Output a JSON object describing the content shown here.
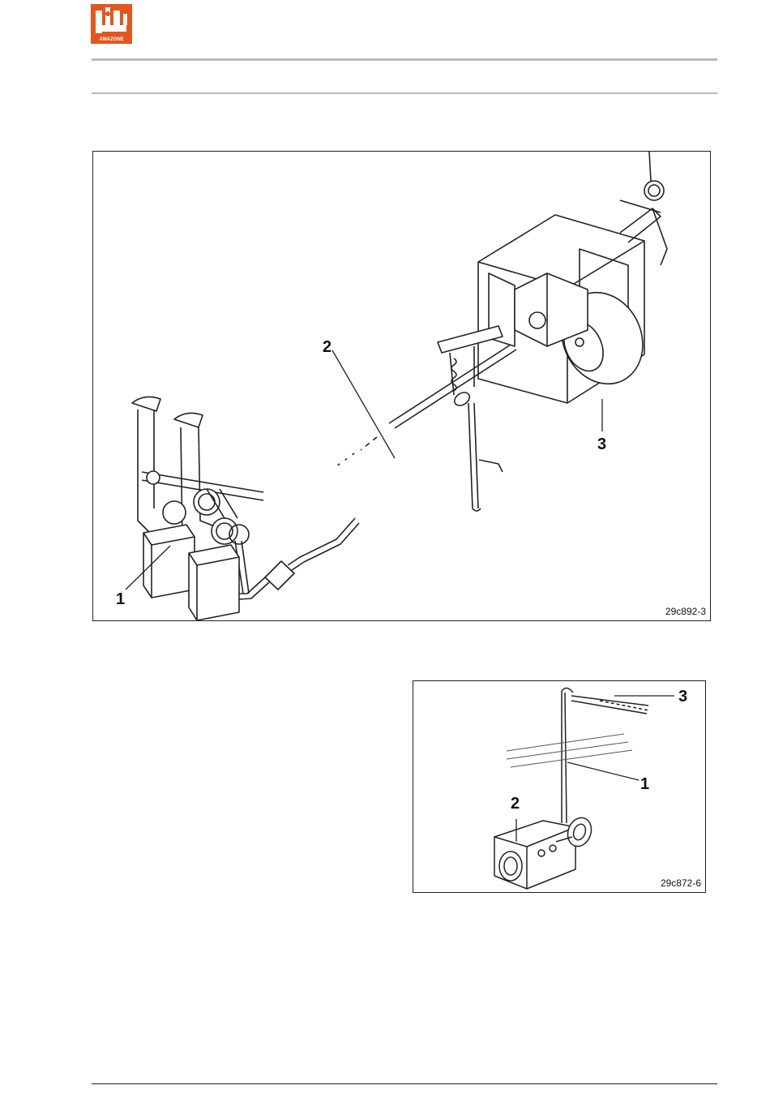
{
  "header": {
    "logo_text": "AMAZONE",
    "brand_color": "#e4561c"
  },
  "figure_1": {
    "code": "29c892-3",
    "callouts": {
      "one": "1",
      "two": "2",
      "three": "3"
    }
  },
  "figure_2": {
    "code": "29c872-6",
    "callouts": {
      "one": "1",
      "two": "2",
      "three": "3"
    }
  }
}
